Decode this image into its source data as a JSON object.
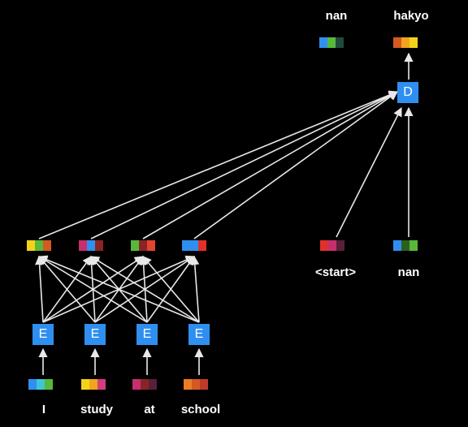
{
  "input_words": [
    "I",
    "study",
    "at",
    "school"
  ],
  "input_embeddings": [
    [
      "#2f8ff0",
      "#3ec6d8",
      "#57b83a"
    ],
    [
      "#f5d21a",
      "#f2a41c",
      "#d23d7c"
    ],
    [
      "#c72e6e",
      "#8a2424",
      "#5a1f3a"
    ],
    [
      "#ec7d24",
      "#d45a22",
      "#c0392b"
    ]
  ],
  "encoder_label": "E",
  "encoder_states": [
    [
      "#f5d21a",
      "#57b83a",
      "#d45a22"
    ],
    [
      "#c72e6e",
      "#2f8ff0",
      "#8a2424"
    ],
    [
      "#57b83a",
      "#8a2424",
      "#e0452e"
    ],
    [
      "#2f8ff0",
      "#2f8ff0",
      "#e0302a"
    ]
  ],
  "decoder_label": "D",
  "decoder_inputs": [
    {
      "word": "<start>",
      "vector": [
        "#e0302a",
        "#c72e6e",
        "#5a1f3a"
      ]
    },
    {
      "word": "nan",
      "vector": [
        "#2f8ff0",
        "#2d5f1e",
        "#57b83a"
      ]
    }
  ],
  "outputs": [
    {
      "word": "nan",
      "vector": [
        "#2f8ff0",
        "#57b83a",
        "#1f4a3e"
      ]
    },
    {
      "word": "hakyo",
      "vector": [
        "#d45a22",
        "#f2a41c",
        "#f5d21a"
      ]
    }
  ]
}
